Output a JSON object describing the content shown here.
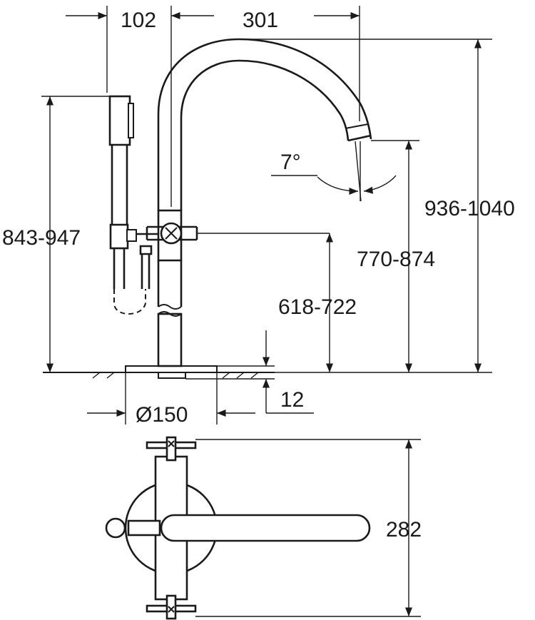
{
  "dimensions": {
    "handshower_offset": "102",
    "spout_reach": "301",
    "spout_angle": "7°",
    "total_height": "936-1040",
    "handshower_height": "843-947",
    "outlet_height": "770-874",
    "handle_height": "618-722",
    "plate_thickness": "12",
    "base_diameter": "Ø150",
    "top_view_depth": "282"
  }
}
